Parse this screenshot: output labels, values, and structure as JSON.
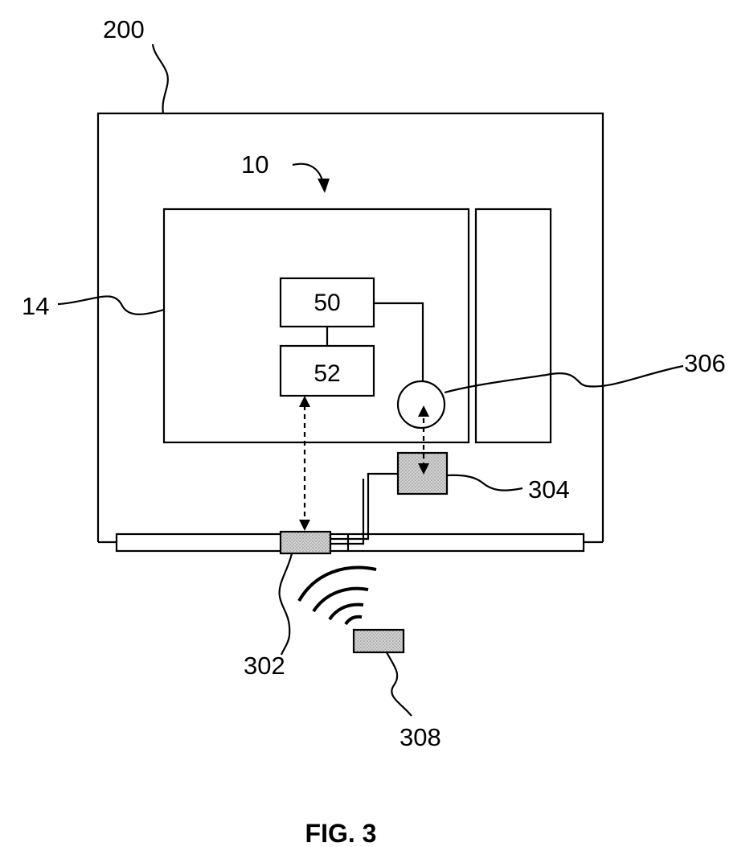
{
  "labels": {
    "housing": "200",
    "device": "10",
    "panel": "14",
    "block_a": "50",
    "block_b": "52",
    "sensor": "306",
    "module": "304",
    "transceiver": "302",
    "remote": "308"
  },
  "caption": "FIG. 3",
  "colors": {
    "line": "#000000",
    "shaded_fill": "#c8c8c8",
    "background": "#ffffff"
  }
}
